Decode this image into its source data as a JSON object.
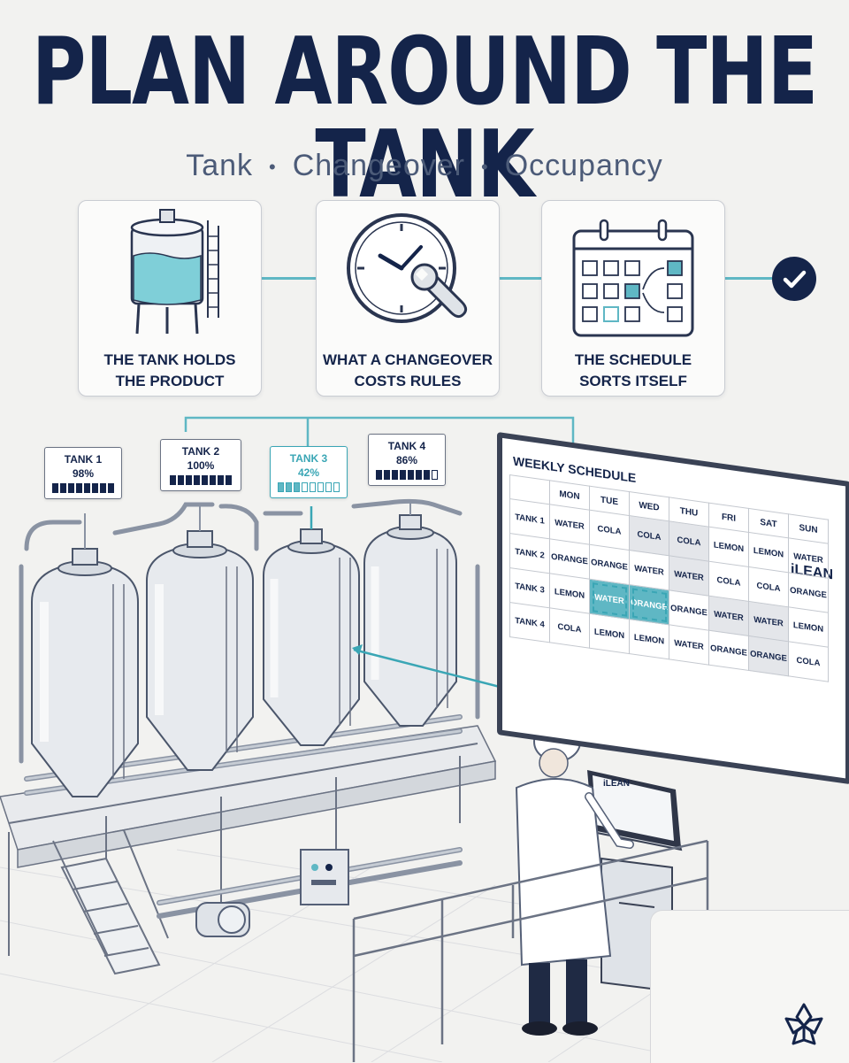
{
  "title": "PLAN AROUND THE TANK",
  "subtitle": [
    "Tank",
    "Changeover",
    "Occupancy"
  ],
  "subtitle_separator": "•",
  "cards": [
    {
      "label_line1": "THE TANK HOLDS",
      "label_line2": "THE PRODUCT",
      "icon": "tank-icon"
    },
    {
      "label_line1": "WHAT A CHANGEOVER",
      "label_line2": "COSTS RULES",
      "icon": "clock-wrench-icon"
    },
    {
      "label_line1": "THE SCHEDULE",
      "label_line2": "SORTS ITSELF",
      "icon": "calendar-icon"
    }
  ],
  "tanks": [
    {
      "name": "TANK 1",
      "fill": "98%",
      "level": 0.98,
      "highlight": false
    },
    {
      "name": "TANK 2",
      "fill": "100%",
      "level": 1.0,
      "highlight": false
    },
    {
      "name": "TANK 3",
      "fill": "42%",
      "level": 0.42,
      "highlight": true
    },
    {
      "name": "TANK 4",
      "fill": "86%",
      "level": 0.86,
      "highlight": false
    }
  ],
  "schedule": {
    "title": "WEEKLY SCHEDULE",
    "brand": "iLEAN",
    "days": [
      "MON",
      "TUE",
      "WED",
      "THU",
      "FRI",
      "SAT",
      "SUN"
    ],
    "rows": [
      {
        "tank": "TANK 1",
        "cells": [
          "WATER",
          "COLA",
          "COLA",
          "COLA",
          "LEMON",
          "LEMON",
          "WATER"
        ]
      },
      {
        "tank": "TANK 2",
        "cells": [
          "ORANGE",
          "ORANGE",
          "WATER",
          "WATER",
          "COLA",
          "COLA",
          "ORANGE"
        ]
      },
      {
        "tank": "TANK 3",
        "cells": [
          "LEMON",
          "WATER",
          "ORANGE",
          "ORANGE",
          "WATER",
          "WATER",
          "LEMON"
        ]
      },
      {
        "tank": "TANK 4",
        "cells": [
          "COLA",
          "LEMON",
          "LEMON",
          "WATER",
          "ORANGE",
          "ORANGE",
          "COLA"
        ]
      }
    ]
  },
  "kiosk_brand": "iLEAN",
  "colors": {
    "navy": "#14244a",
    "teal": "#5fb7c4",
    "teal_dark": "#3aa6b5",
    "background": "#f2f2f0",
    "steel": "#d9dde2"
  },
  "icons": [
    "check-icon",
    "logo-icon"
  ]
}
